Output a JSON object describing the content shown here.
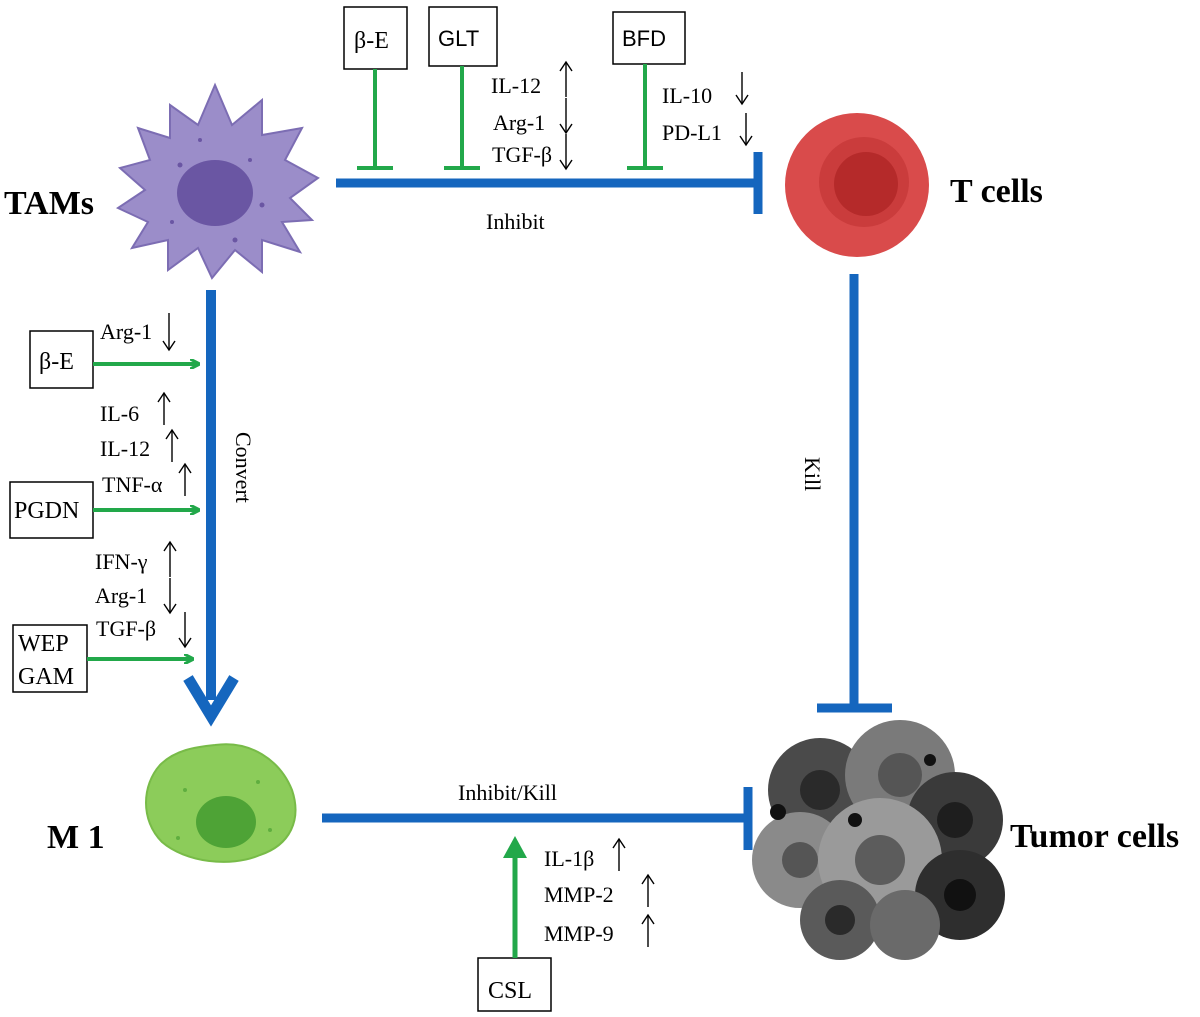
{
  "nodes": {
    "tams": "TAMs",
    "t_cells": "T cells",
    "m1": "M 1",
    "tumor_cells": "Tumor cells"
  },
  "edges": {
    "tams_to_tcells": "Inhibit",
    "tams_to_m1": "Convert",
    "tcells_to_tumor": "Kill",
    "m1_to_tumor": "Inhibit/Kill"
  },
  "drugs": {
    "top_be": "β-E",
    "top_glt": "GLT",
    "top_bfd": "BFD",
    "left_be": "β-E",
    "left_pgdn": "PGDN",
    "left_wep": "WEP",
    "left_gam": "GAM",
    "bottom_csl": "CSL"
  },
  "markers": {
    "glt_il12": "IL-12",
    "glt_arg1": "Arg-1",
    "glt_tgfb": "TGF-β",
    "bfd_il10": "IL-10",
    "bfd_pdl1": "PD-L1",
    "be_arg1": "Arg-1",
    "pgdn_il6": "IL-6",
    "pgdn_il12": "IL-12",
    "pgdn_tnfa": "TNF-α",
    "wep_ifng": "IFN-γ",
    "wep_arg1": "Arg-1",
    "wep_tgfb": "TGF-β",
    "csl_il1b": "IL-1β",
    "csl_mmp2": "MMP-2",
    "csl_mmp9": "MMP-9"
  },
  "colors": {
    "main_arrow": "#1566be",
    "drug_arrow": "#22a84a",
    "tam_cell": "#9b8dc9",
    "tam_nucleus": "#6a56a3",
    "t_cell": "#d94b4b",
    "t_nucleus": "#b52a2a",
    "m1_cell": "#8ccc5a",
    "m1_nucleus": "#4ea336",
    "tumor_cell": "#6e6e6e"
  }
}
